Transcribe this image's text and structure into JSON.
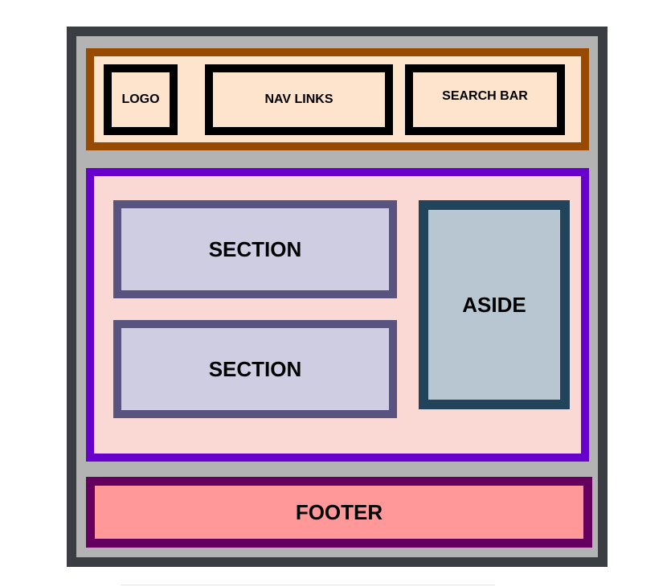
{
  "diagram": {
    "logo": "LOGO",
    "nav_links": "NAV LINKS",
    "search_bar": "SEARCH BAR",
    "section_1": "SECTION",
    "section_2": "SECTION",
    "aside": "ASIDE",
    "footer": "FOOTER"
  },
  "colors": {
    "page_border": "#3a3d42",
    "page_fill": "#b3b3b3",
    "header_border": "#984b00",
    "header_fill": "#fee4cc",
    "item_border": "#000000",
    "main_border": "#6700cb",
    "main_fill": "#fad8d3",
    "section_border": "#595380",
    "section_fill": "#cecde2",
    "aside_border": "#23435a",
    "aside_fill": "#b8c6d1",
    "footer_border": "#66005e",
    "footer_fill": "#ff9999"
  }
}
